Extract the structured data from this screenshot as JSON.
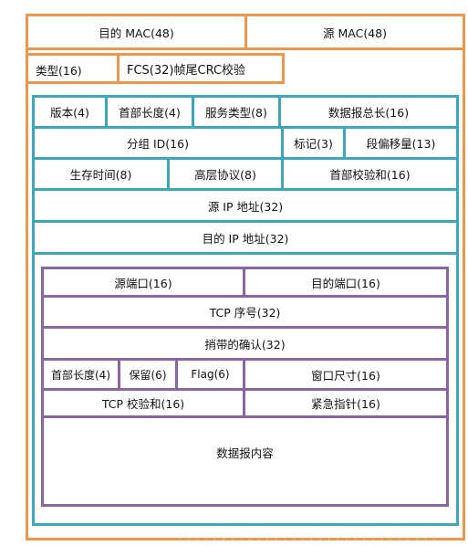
{
  "ethernet": {
    "dst_mac": "目的 MAC(48)",
    "src_mac": "源 MAC(48)",
    "type": "类型(16)",
    "fcs": "FCS(32)帧尾CRC校验"
  },
  "ip": {
    "version": "版本(4)",
    "header_length": "首部长度(4)",
    "service_type": "服务类型(8)",
    "total_length": "数据报总长(16)",
    "group_id": "分组 ID(16)",
    "flags": "标记(3)",
    "fragment_offset": "段偏移量(13)",
    "ttl": "生存时间(8)",
    "protocol": "高层协议(8)",
    "header_checksum": "首部校验和(16)",
    "src_ip": "源 IP 地址(32)",
    "dst_ip": "目的 IP 地址(32)"
  },
  "tcp": {
    "src_port": "源端口(16)",
    "dst_port": "目的端口(16)",
    "seq": "TCP 序号(32)",
    "ack": "捎带的确认(32)",
    "header_length": "首部长度(4)",
    "reserved": "保留(6)",
    "flag": "Flag(6)",
    "window": "窗口尺寸(16)",
    "checksum": "TCP 校验和(16)",
    "urgent_pointer": "紧急指针(16)",
    "data": "数据报内容"
  },
  "colors": {
    "ethernet": "#f0964b",
    "ip": "#3aa8bd",
    "tcp": "#8a64a6"
  }
}
